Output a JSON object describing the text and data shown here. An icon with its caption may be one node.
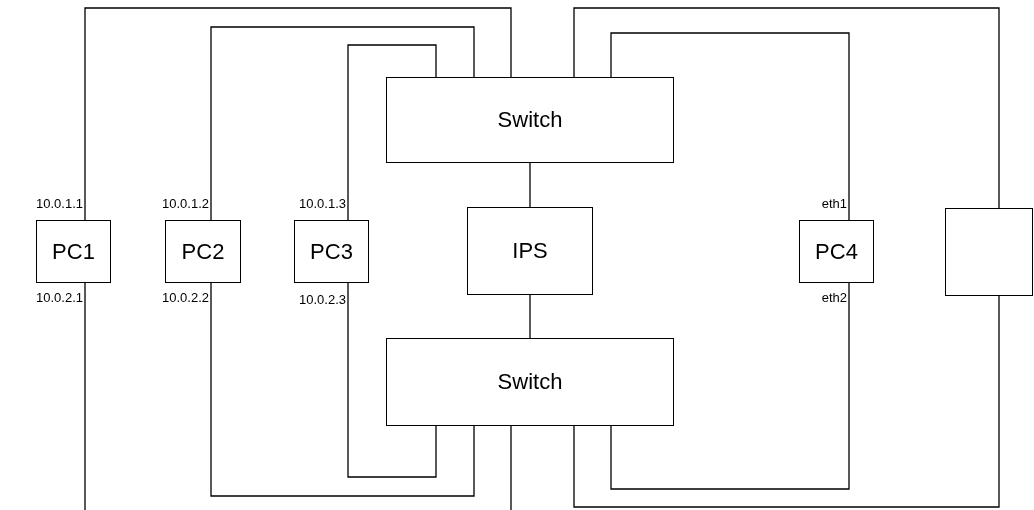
{
  "diagram": {
    "nodes": [
      {
        "text": [
          "Switch"
        ]
      },
      {
        "text": [
          "PC1"
        ],
        "beside": [
          "10.0.1.1",
          "10.0.2.1"
        ]
      },
      {
        "text": [
          "PC2"
        ],
        "beside": [
          "10.0.1.2",
          "10.0.2.2"
        ]
      },
      {
        "text": [
          "PC3"
        ],
        "beside": [
          "10.0.1.3",
          "10.0.2.3"
        ]
      },
      {
        "text": [
          "IPS"
        ]
      },
      {
        "text": [
          "PC4"
        ],
        "beside": [
          "eth1",
          "eth2"
        ]
      },
      {
        "text": [],
        "shape": "box"
      },
      {
        "text": [
          "Switch"
        ]
      }
    ],
    "edges": [
      {
        "from": 1,
        "to": 0,
        "arrow": "none"
      },
      {
        "from": 1,
        "to": 7,
        "arrow": "none"
      },
      {
        "from": 2,
        "to": 0,
        "arrow": "none"
      },
      {
        "from": 2,
        "to": 7,
        "arrow": "none"
      },
      {
        "from": 3,
        "to": 0,
        "arrow": "none"
      },
      {
        "from": 3,
        "to": 7,
        "arrow": "none"
      },
      {
        "from": 0,
        "to": 4,
        "arrow": "none"
      },
      {
        "from": 4,
        "to": 7,
        "arrow": "none"
      },
      {
        "from": 6,
        "to": 0,
        "arrow": "none"
      },
      {
        "from": 6,
        "to": 7,
        "arrow": "none"
      },
      {
        "from": 5,
        "to": 0,
        "arrow": "none"
      },
      {
        "from": 5,
        "to": 7,
        "arrow": "none"
      }
    ]
  }
}
